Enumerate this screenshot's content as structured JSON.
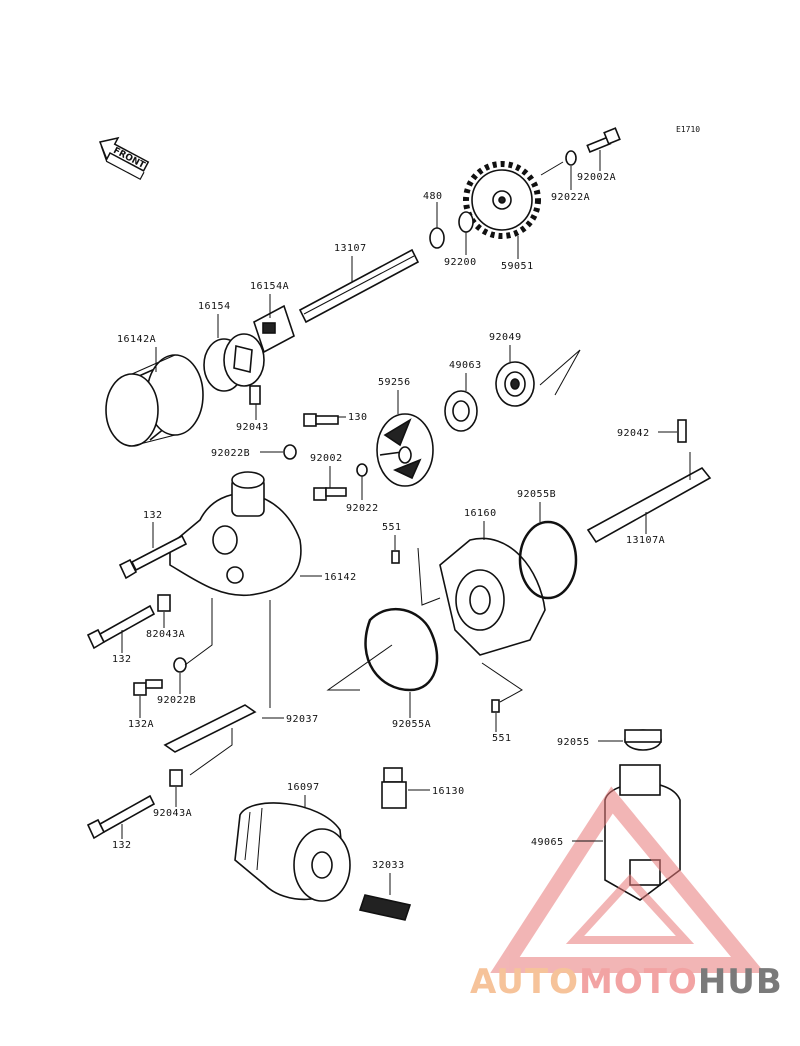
{
  "diagram_code": "E1710",
  "front_label": "FRONT",
  "watermark": {
    "part1": "AUTO",
    "part2": "MOTO",
    "part3": "HUB",
    "color1": "#f6c39a",
    "color2": "#f2a3a3",
    "color3": "#7a7a7a",
    "logo_color": "#e87a7a"
  },
  "labels": [
    {
      "id": "92002A",
      "text": "92002A"
    },
    {
      "id": "92022A",
      "text": "92022A"
    },
    {
      "id": "480",
      "text": "480"
    },
    {
      "id": "92200",
      "text": "92200"
    },
    {
      "id": "59051",
      "text": "59051"
    },
    {
      "id": "13107",
      "text": "13107"
    },
    {
      "id": "16154A",
      "text": "16154A"
    },
    {
      "id": "16154",
      "text": "16154"
    },
    {
      "id": "16142A",
      "text": "16142A"
    },
    {
      "id": "92049",
      "text": "92049"
    },
    {
      "id": "49063",
      "text": "49063"
    },
    {
      "id": "59256",
      "text": "59256"
    },
    {
      "id": "92043",
      "text": "92043"
    },
    {
      "id": "130",
      "text": "130"
    },
    {
      "id": "92042",
      "text": "92042"
    },
    {
      "id": "92022B",
      "text": "92022B"
    },
    {
      "id": "92002",
      "text": "92002"
    },
    {
      "id": "92055B",
      "text": "92055B"
    },
    {
      "id": "92022",
      "text": "92022"
    },
    {
      "id": "132a",
      "text": "132"
    },
    {
      "id": "551a",
      "text": "551"
    },
    {
      "id": "16160",
      "text": "16160"
    },
    {
      "id": "13107A",
      "text": "13107A"
    },
    {
      "id": "16142",
      "text": "16142"
    },
    {
      "id": "82043A",
      "text": "82043A"
    },
    {
      "id": "132b",
      "text": "132"
    },
    {
      "id": "92022B2",
      "text": "92022B"
    },
    {
      "id": "132A",
      "text": "132A"
    },
    {
      "id": "92037",
      "text": "92037"
    },
    {
      "id": "92055A",
      "text": "92055A"
    },
    {
      "id": "551b",
      "text": "551"
    },
    {
      "id": "92055",
      "text": "92055"
    },
    {
      "id": "16097",
      "text": "16097"
    },
    {
      "id": "16130",
      "text": "16130"
    },
    {
      "id": "92043A",
      "text": "92043A"
    },
    {
      "id": "132c",
      "text": "132"
    },
    {
      "id": "49065",
      "text": "49065"
    },
    {
      "id": "32033",
      "text": "32033"
    }
  ]
}
